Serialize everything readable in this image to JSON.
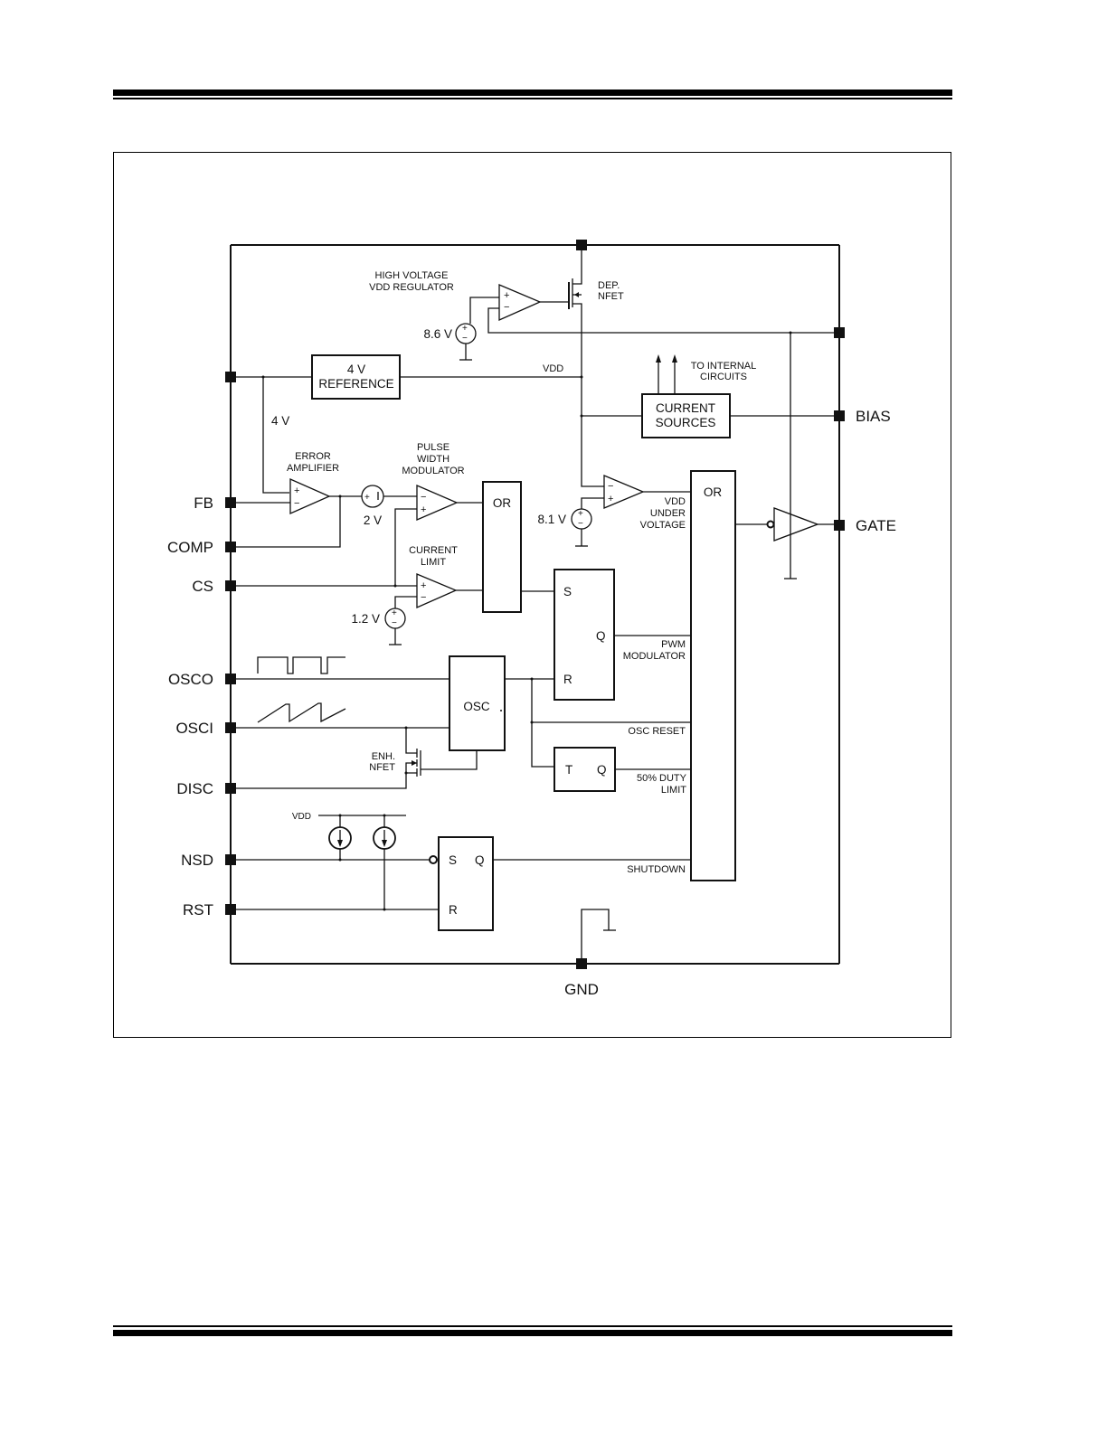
{
  "page": {
    "background": "#ffffff",
    "ink": "#111111"
  },
  "pins": {
    "fb": "FB",
    "comp": "COMP",
    "cs": "CS",
    "osco": "OSCO",
    "osci": "OSCI",
    "disc": "DISC",
    "nsd": "NSD",
    "rst": "RST",
    "bias": "BIAS",
    "gate": "GATE",
    "gnd": "GND"
  },
  "blocks": {
    "hv_regulator": [
      "HIGH VOLTAGE",
      "VDD REGULATOR"
    ],
    "dep_nfet": [
      "DEP.",
      "NFET"
    ],
    "src_8v6": "8.6 V",
    "ref_4v": [
      "4 V",
      "REFERENCE"
    ],
    "vdd": "VDD",
    "to_internal": [
      "TO INTERNAL",
      "CIRCUITS"
    ],
    "current_sources": [
      "CURRENT",
      "SOURCES"
    ],
    "label_4v": "4 V",
    "error_amp": [
      "ERROR",
      "AMPLIFIER"
    ],
    "pwm_comp": [
      "PULSE",
      "WIDTH",
      "MODULATOR"
    ],
    "src_2v": "2 V",
    "or_left": "OR",
    "or_right": "OR",
    "current_limit": [
      "CURRENT",
      "LIMIT"
    ],
    "src_1v2": "1.2 V",
    "src_8v1": "8.1 V",
    "vdd_uv": [
      "VDD",
      "UNDER",
      "VOLTAGE"
    ],
    "sr_latch": {
      "s": "S",
      "q": "Q",
      "r": "R"
    },
    "pwm_modulator": [
      "PWM",
      "MODULATOR"
    ],
    "osc": "OSC",
    "enh_nfet": [
      "ENH.",
      "NFET"
    ],
    "osc_reset": "OSC RESET",
    "t_flipflop": {
      "t": "T",
      "q": "Q"
    },
    "duty_limit": [
      "50% DUTY",
      "LIMIT"
    ],
    "vdd_small": "VDD",
    "shutdown_latch": {
      "s": "S",
      "q": "Q",
      "r": "R"
    },
    "shutdown": "SHUTDOWN",
    "plus": "+",
    "minus": "−"
  }
}
